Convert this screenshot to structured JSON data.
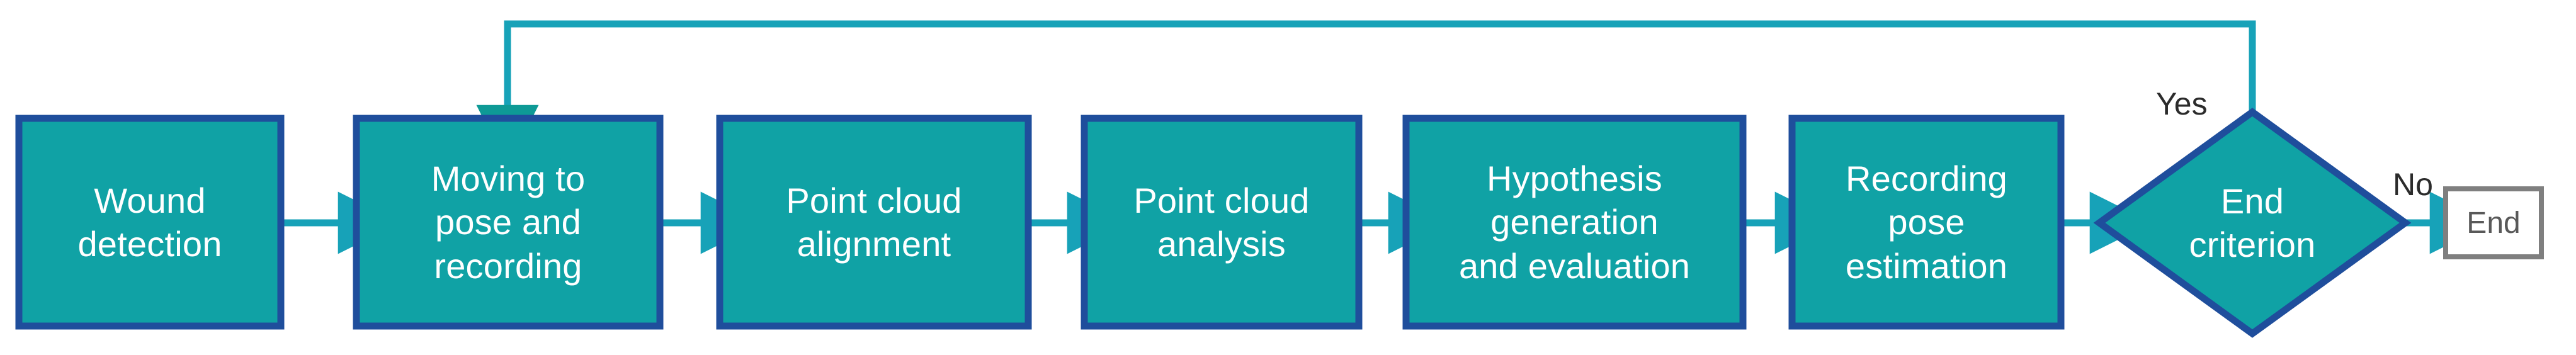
{
  "diagram": {
    "type": "flowchart",
    "orientation": "left-to-right",
    "background_color": "#ffffff",
    "node_fill_color": "#10A2A5",
    "node_border_color": "#1F4E9C",
    "node_text_color": "#ffffff",
    "connector_color": "#17A2B8",
    "terminal_border_color": "#7F7F7F",
    "terminal_fill_color": "#ffffff",
    "terminal_text_color": "#595959",
    "edge_label_color": "#2b2b2b"
  },
  "nodes": [
    {
      "id": "wound-detection",
      "shape": "process",
      "label": "Wound\ndetection"
    },
    {
      "id": "moving-to-pose",
      "shape": "process",
      "label": "Moving to\npose and\nrecording"
    },
    {
      "id": "point-cloud-alignment",
      "shape": "process",
      "label": "Point cloud\nalignment"
    },
    {
      "id": "point-cloud-analysis",
      "shape": "process",
      "label": "Point cloud\nanalysis"
    },
    {
      "id": "hypothesis-generation",
      "shape": "process",
      "label": "Hypothesis\ngeneration\nand evaluation"
    },
    {
      "id": "recording-pose",
      "shape": "process",
      "label": "Recording\npose\nestimation"
    },
    {
      "id": "end-criterion",
      "shape": "decision",
      "label": "End\ncriterion"
    },
    {
      "id": "end-terminal",
      "shape": "terminator",
      "label": "End"
    }
  ],
  "edge_labels": {
    "yes": "Yes",
    "no": "No"
  }
}
